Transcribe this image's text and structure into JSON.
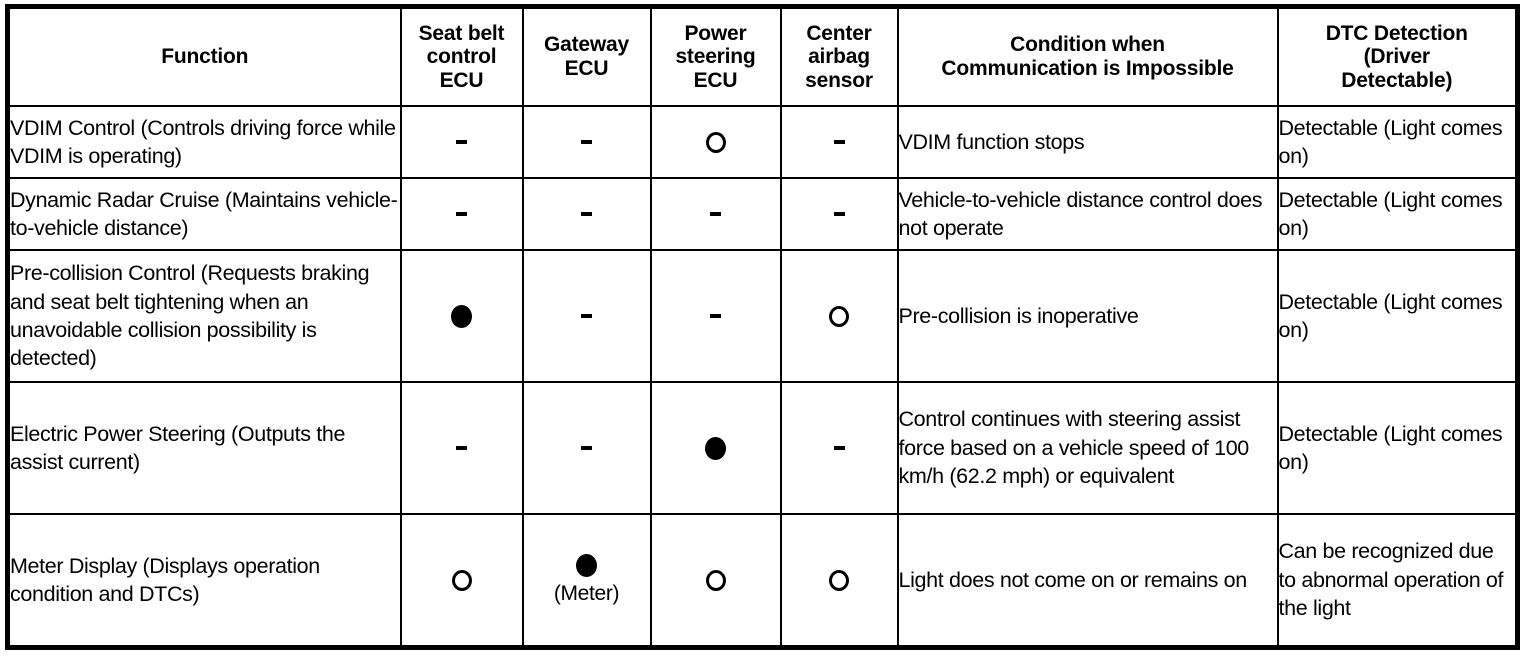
{
  "table": {
    "columns": [
      {
        "key": "function",
        "label_lines": [
          "Function"
        ]
      },
      {
        "key": "seatbelt",
        "label_lines": [
          "Seat belt",
          "control",
          "ECU"
        ]
      },
      {
        "key": "gateway",
        "label_lines": [
          "Gateway",
          "ECU"
        ]
      },
      {
        "key": "steering",
        "label_lines": [
          "Power",
          "steering",
          "ECU"
        ]
      },
      {
        "key": "airbag",
        "label_lines": [
          "Center",
          "airbag",
          "sensor"
        ]
      },
      {
        "key": "condition",
        "label_lines": [
          "Condition when",
          "Communication is Impossible"
        ]
      },
      {
        "key": "dtc",
        "label_lines": [
          "DTC Detection",
          "(Driver",
          "Detectable)"
        ]
      }
    ],
    "symbols": {
      "open": "O",
      "filled": "●",
      "none": "-"
    },
    "rows": [
      {
        "function": "VDIM Control (Controls driving force while VDIM is operating)",
        "seatbelt": "none",
        "gateway": "none",
        "steering": "open",
        "airbag": "none",
        "condition": "VDIM function stops",
        "dtc": "Detectable (Light comes on)"
      },
      {
        "function": "Dynamic Radar Cruise (Maintains vehicle-to-vehicle distance)",
        "seatbelt": "none",
        "gateway": "none",
        "steering": "none",
        "airbag": "none",
        "condition": "Vehicle-to-vehicle distance control does not operate",
        "dtc": "Detectable (Light comes on)"
      },
      {
        "function": "Pre-collision Control (Requests braking and seat belt tightening when an unavoidable collision possibility is detected)",
        "seatbelt": "filled",
        "gateway": "none",
        "steering": "none",
        "airbag": "open",
        "condition": "Pre-collision is inoperative",
        "dtc": "Detectable (Light comes on)"
      },
      {
        "function": "Electric Power Steering (Outputs the assist current)",
        "seatbelt": "none",
        "gateway": "none",
        "steering": "filled",
        "airbag": "none",
        "condition": "Control continues with steering assist force based on a vehicle speed of 100 km/h (62.2 mph) or equivalent",
        "dtc": "Detectable (Light comes on)"
      },
      {
        "function": "Meter Display (Displays operation condition and DTCs)",
        "seatbelt": "open",
        "gateway": "filled",
        "gateway_note": "(Meter)",
        "steering": "open",
        "airbag": "open",
        "condition": "Light does not come on or remains on",
        "dtc": "Can be recognized due to abnormal operation of the light"
      }
    ]
  }
}
